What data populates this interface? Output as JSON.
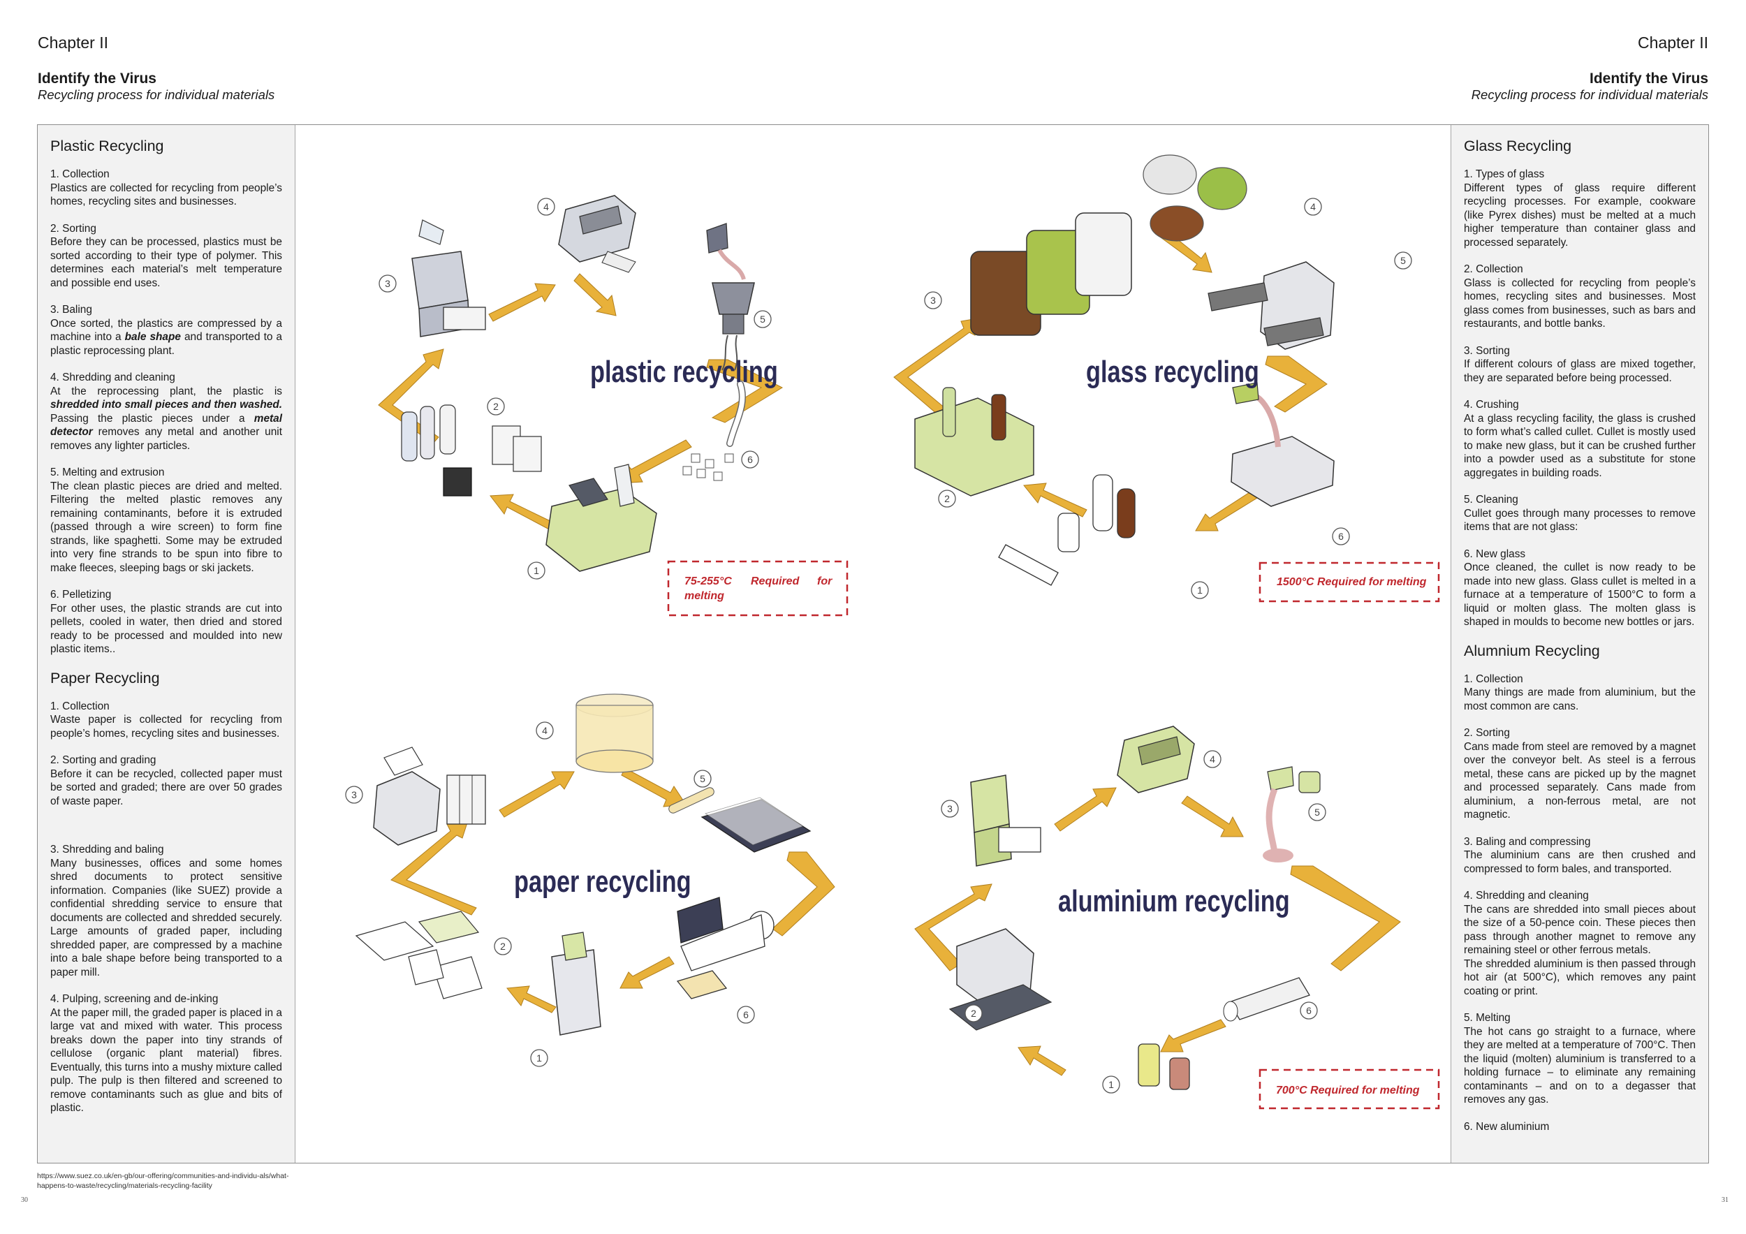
{
  "header": {
    "chapter": "Chapter II",
    "title": "Identify the Virus",
    "subtitle": "Recycling process for individual materials"
  },
  "plastic": {
    "title": "Plastic Recycling",
    "diagram_label": "plastic recycling",
    "note": [
      "75-255°C",
      "Required",
      "for",
      "melting"
    ],
    "steps": [
      {
        "h": "1. Collection",
        "b": "Plastics are collected for recycling from people’s homes, recycling sites and businesses."
      },
      {
        "h": "2. Sorting",
        "b": "Before they can be processed, plastics must be sorted according to their type of polymer. This determines each material’s melt temperature and possible end uses."
      },
      {
        "h": "3. Baling",
        "b1": "Once sorted, the plastics are compressed by a machine into a ",
        "b_em": "bale shape",
        "b2": " and transported to a plastic reprocessing plant."
      },
      {
        "h": "4. Shredding and cleaning",
        "b1": "At the reprocessing plant, the plastic is ",
        "b_em": "shredded into small pieces and then washed.",
        "b2": " Passing the plastic pieces under a ",
        "b_em2": "metal detector",
        "b3": " removes any metal and another unit removes any lighter particles."
      },
      {
        "h": "5. Melting and extrusion",
        "b": "The clean plastic pieces are dried and melted. Filtering the melted plastic removes any remaining contaminants, before it is extruded (passed through a wire screen) to form fine strands, like spaghetti. Some may be extruded into very fine strands to be spun into fibre to make fleeces, sleeping bags or ski jackets."
      },
      {
        "h": "6. Pelletizing",
        "b": "For other uses, the plastic strands are cut into pellets, cooled in water, then dried and stored ready to be processed and moulded into new plastic items.."
      }
    ]
  },
  "paper": {
    "title": "Paper Recycling",
    "diagram_label": "paper recycling",
    "steps": [
      {
        "h": "1. Collection",
        "b": "Waste paper is collected for recycling from people’s homes, recycling sites and businesses."
      },
      {
        "h": "2. Sorting and grading",
        "b": "Before it can be recycled, collected paper must be sorted and graded; there are over 50 grades of waste paper."
      },
      {
        "h": "3. Shredding and baling",
        "b": "Many businesses, offices and some homes shred documents to protect sensitive information. Companies (like SUEZ) provide a confidential shredding service to ensure that documents are collected and shredded securely. Large amounts of graded paper, including shredded paper, are compressed by a machine into a bale shape before being transported to a paper mill."
      },
      {
        "h": "4. Pulping, screening and de-inking",
        "b": "At the paper mill, the graded paper is placed in a large vat and mixed with water. This process breaks down the paper into tiny strands of cellulose (organic plant material) fibres. Eventually, this turns into a mushy mixture called pulp. The pulp is then filtered and screened to remove contaminants such as glue and bits of plastic."
      }
    ]
  },
  "glass": {
    "title": "Glass Recycling",
    "diagram_label": "glass recycling",
    "note": "1500°C Required for melting",
    "steps": [
      {
        "h": "1. Types of glass",
        "b": "Different types of glass require different recycling processes. For example, cookware (like Pyrex dishes) must be melted at a much higher temperature than container glass and processed separately."
      },
      {
        "h": "2. Collection",
        "b": "Glass is collected for recycling from people’s homes, recycling sites and businesses. Most glass comes from businesses, such as bars and restaurants, and bottle banks."
      },
      {
        "h": "3. Sorting",
        "b": "If different colours of glass are mixed together, they are separated before being processed."
      },
      {
        "h": "4. Crushing",
        "b": "At a glass recycling facility, the glass is crushed to form what’s called cullet. Cullet is mostly used to make new glass, but it can be crushed further into a powder used as a substitute for stone aggregates in building roads."
      },
      {
        "h": "5. Cleaning",
        "b": "Cullet goes through many processes to remove items that are not glass:"
      },
      {
        "h": "6. New glass",
        "b": "Once cleaned, the cullet is now ready to be made into new glass. Glass cullet is melted in a furnace at a temperature of 1500°C to form a liquid or molten glass. The molten glass is shaped in moulds to become new bottles or jars."
      }
    ]
  },
  "aluminium": {
    "title": "Alumnium Recycling",
    "diagram_label": "aluminium recycling",
    "note": "700°C Required for melting",
    "steps": [
      {
        "h": "1. Collection",
        "b": "Many things are made from aluminium, but the most common are cans."
      },
      {
        "h": "2. Sorting",
        "b": "Cans made from steel are removed by a magnet over the conveyor belt. As steel is a ferrous metal, these cans are picked up by the magnet and processed separately. Cans made from aluminium, a non-ferrous metal, are not magnetic."
      },
      {
        "h": "3. Baling and compressing",
        "b": "The aluminium cans are then crushed and compressed to form bales, and transported."
      },
      {
        "h": "4. Shredding and cleaning",
        "b": "The cans are shredded into small pieces about the size of a 50-pence coin. These pieces then pass through another magnet to remove any remaining steel or other ferrous metals.",
        "b_extra": "The shredded aluminium is then passed through hot air (at 500°C), which removes any paint coating or print."
      },
      {
        "h": "5. Melting",
        "b": "The hot cans go straight to a furnace, where they are melted at a temperature of 700°C. Then the liquid (molten) aluminium is transferred to a holding furnace – to eliminate any remaining contaminants – and on to a degasser that removes any gas."
      },
      {
        "h": "6. New aluminium",
        "b": ""
      }
    ]
  },
  "source": "https://www.suez.co.uk/en-gb/our-offering/communities-and-individu-als/what-happens-to-waste/recycling/materials-recycling-facility",
  "page_left": "30",
  "page_right": "31",
  "numbers": [
    "1",
    "2",
    "3",
    "4",
    "5",
    "6"
  ],
  "colors": {
    "arrow": "#e8b13a",
    "title_text": "#2b2b55",
    "note": "#c0272d",
    "panel": "#f2f2f2"
  }
}
